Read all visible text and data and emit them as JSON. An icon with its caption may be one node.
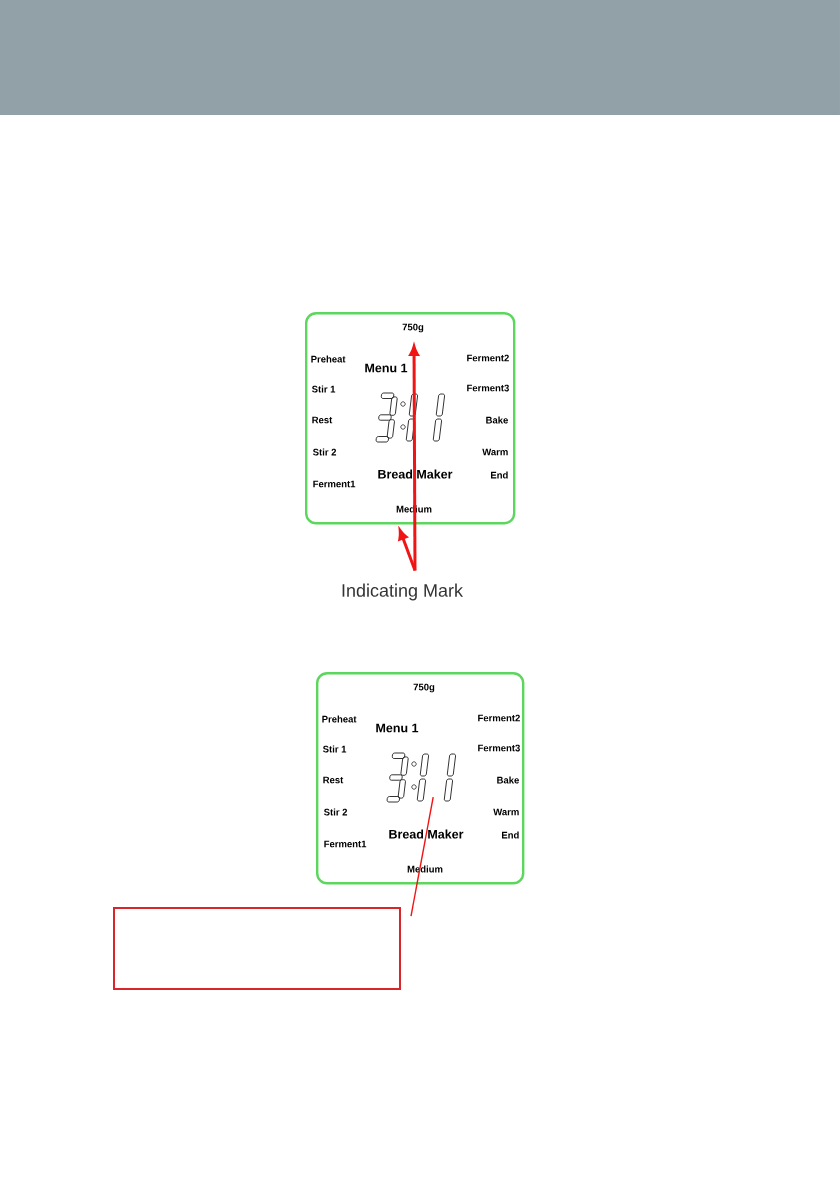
{
  "diagram": {
    "nodes": [
      {
        "text": [
          "Preheat",
          "Menu 1",
          "Ferment2",
          "Stir 1",
          "Ferment3",
          "Rest",
          "Bake",
          "Stir 2",
          "Warm",
          "Bread Maker",
          "End",
          "Ferment1",
          "Medium"
        ]
      },
      {
        "text": [
          "750g"
        ],
        "in": 0
      },
      {
        "text": [
          "Indicating Mark"
        ]
      },
      {
        "text": [
          "750g",
          "Preheat",
          "Menu 1",
          "Ferment2",
          "Stir 1",
          "Ferment3",
          "Rest",
          "Bake",
          "Stir 2",
          "Warm",
          "Bread Maker",
          "End",
          "Ferment1",
          "Medium"
        ]
      },
      {
        "text": [],
        "shape": "box"
      }
    ],
    "edges": [
      {
        "from": 2,
        "to": 1,
        "arrow": "to"
      },
      {
        "from": 2,
        "to": 0,
        "arrow": "to"
      },
      {
        "from": 4,
        "to": 3,
        "arrow": "none"
      }
    ]
  }
}
